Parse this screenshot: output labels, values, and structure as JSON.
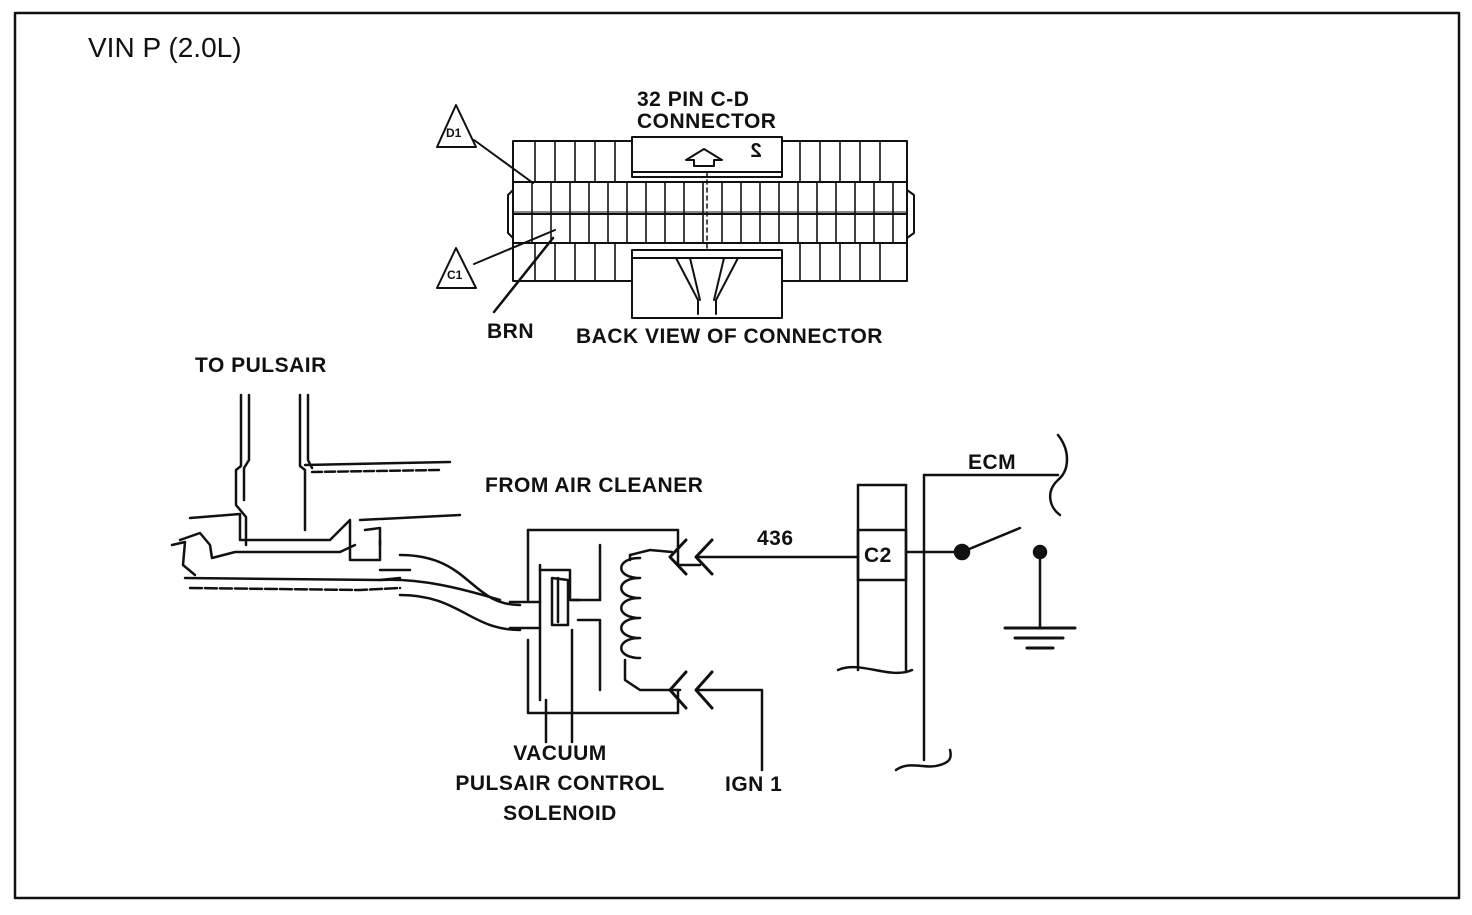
{
  "title": "VIN P (2.0L)",
  "connector": {
    "name_line1": "32 PIN C-D",
    "name_line2": "CONNECTOR",
    "view_label": "BACK VIEW OF CONNECTOR",
    "wire_color": "BRN",
    "pin_marker_top": "D1",
    "pin_marker_bottom": "C1",
    "latch_mark": "2"
  },
  "labels": {
    "to_pulsair": "TO PULSAIR",
    "from_air_cleaner": "FROM AIR CLEANER",
    "solenoid_line1": "VACUUM",
    "solenoid_line2": "PULSAIR CONTROL",
    "solenoid_line3": "SOLENOID",
    "ign": "IGN 1",
    "circuit": "436",
    "ecm": "ECM",
    "ecm_pin": "C2"
  },
  "colors": {
    "ink": "#111111",
    "background": "#ffffff"
  }
}
